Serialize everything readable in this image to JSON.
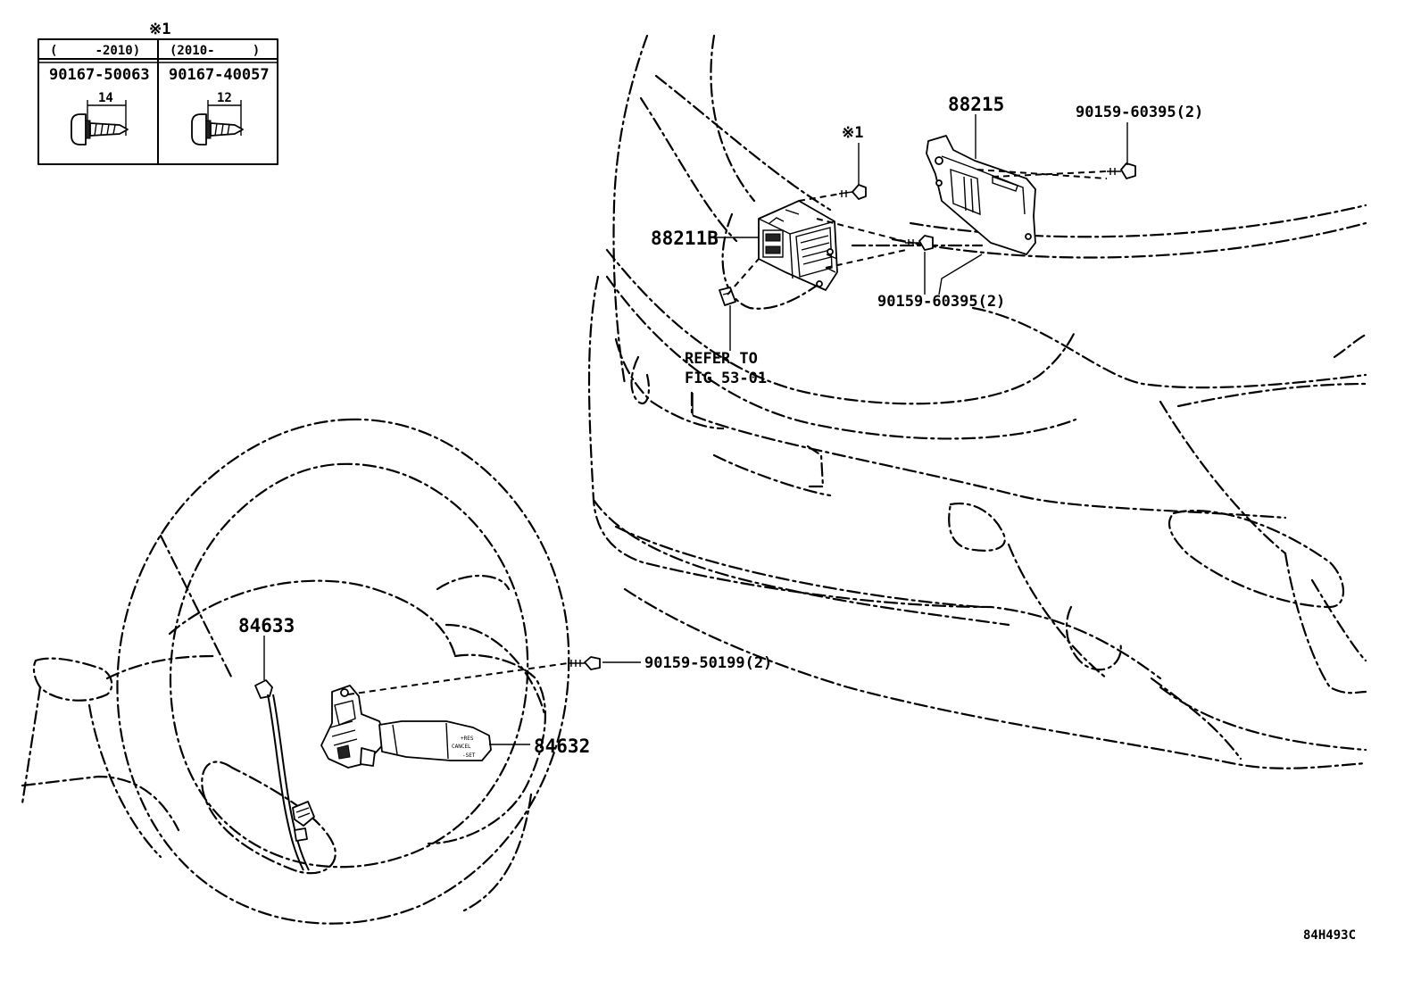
{
  "note_mark": "※1",
  "table": {
    "col1": {
      "range": "(     -2010)",
      "part_no": "90167-50063",
      "length": "14"
    },
    "col2": {
      "range": "(2010-     )",
      "part_no": "90167-40057",
      "length": "12"
    }
  },
  "callouts": {
    "p88215": "88215",
    "p90159_60395_top": "90159-60395(2)",
    "note_mark_small": "※1",
    "p88211B": "88211B",
    "p90159_60395_bottom": "90159-60395(2)",
    "refer_line1": "REFER TO",
    "refer_line2": "FIG 53-01",
    "p84633": "84633",
    "p90159_50199": "90159-50199(2)",
    "p84632": "84632"
  },
  "switch_markings": {
    "res": "+RES",
    "cancel": "CANCEL",
    "set": "-SET"
  },
  "figure_code": "84H493C"
}
